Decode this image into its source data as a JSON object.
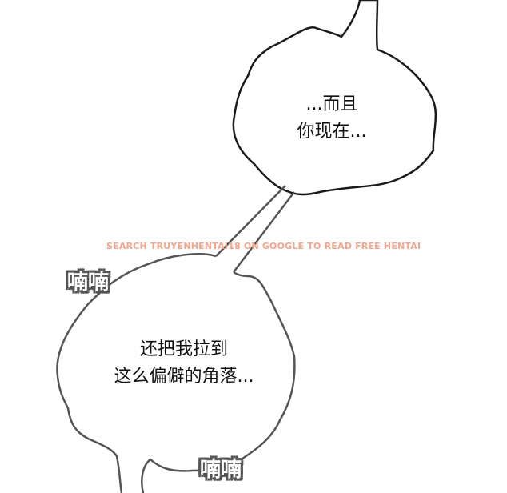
{
  "panel": {
    "bubbles": [
      {
        "id": "top",
        "lines": [
          "...而且",
          "你现在..."
        ]
      },
      {
        "id": "bottom",
        "lines": [
          "还把我拉到",
          "这么偏僻的角落..."
        ]
      }
    ],
    "sound_effects": [
      {
        "id": "sfx-left",
        "text": "喃喃"
      },
      {
        "id": "sfx-bottom",
        "text": "喃喃"
      }
    ],
    "watermark": "SEARCH TRUYENHENTAI18 ON GOOGLE TO READ FREE HENTAI",
    "colors": {
      "background": "#ffffff",
      "bubble_outline_top": "#1a1a1a",
      "bubble_outline_bottom": "#555555",
      "watermark": "#f4a48c"
    }
  }
}
